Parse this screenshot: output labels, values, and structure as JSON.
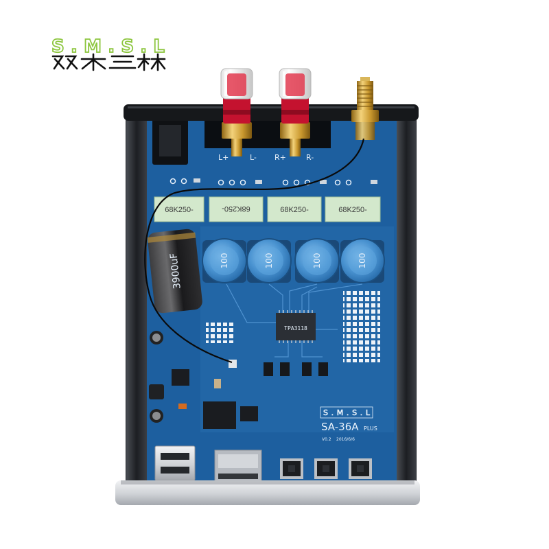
{
  "brand": {
    "logo_text": "S.M.S.L",
    "chinese_name": "双木三林"
  },
  "device": {
    "connector_labels": {
      "left_plus": "L+",
      "left_minus": "L-",
      "right_plus": "R+",
      "right_minus": "R-"
    },
    "film_capacitors": [
      "68K250-",
      "68K250-",
      "68K250-",
      "68K250-"
    ],
    "inductors": [
      "100",
      "100",
      "100",
      "100"
    ],
    "electrolytic_capacitor": "3900uF",
    "amplifier_chip": "TPA3118",
    "board_logo": "S.M.S.L",
    "model": "SA-36A",
    "model_suffix": "PLUS",
    "version": "V0.2",
    "date": "2016/6/6"
  },
  "colors": {
    "brand_green": "#8dc63f",
    "pcb_blue": "#1d5f9f",
    "binding_post_red": "#c4122f",
    "film_capacitor_green": "#d3e8cc",
    "chassis_black": "#16181b"
  }
}
